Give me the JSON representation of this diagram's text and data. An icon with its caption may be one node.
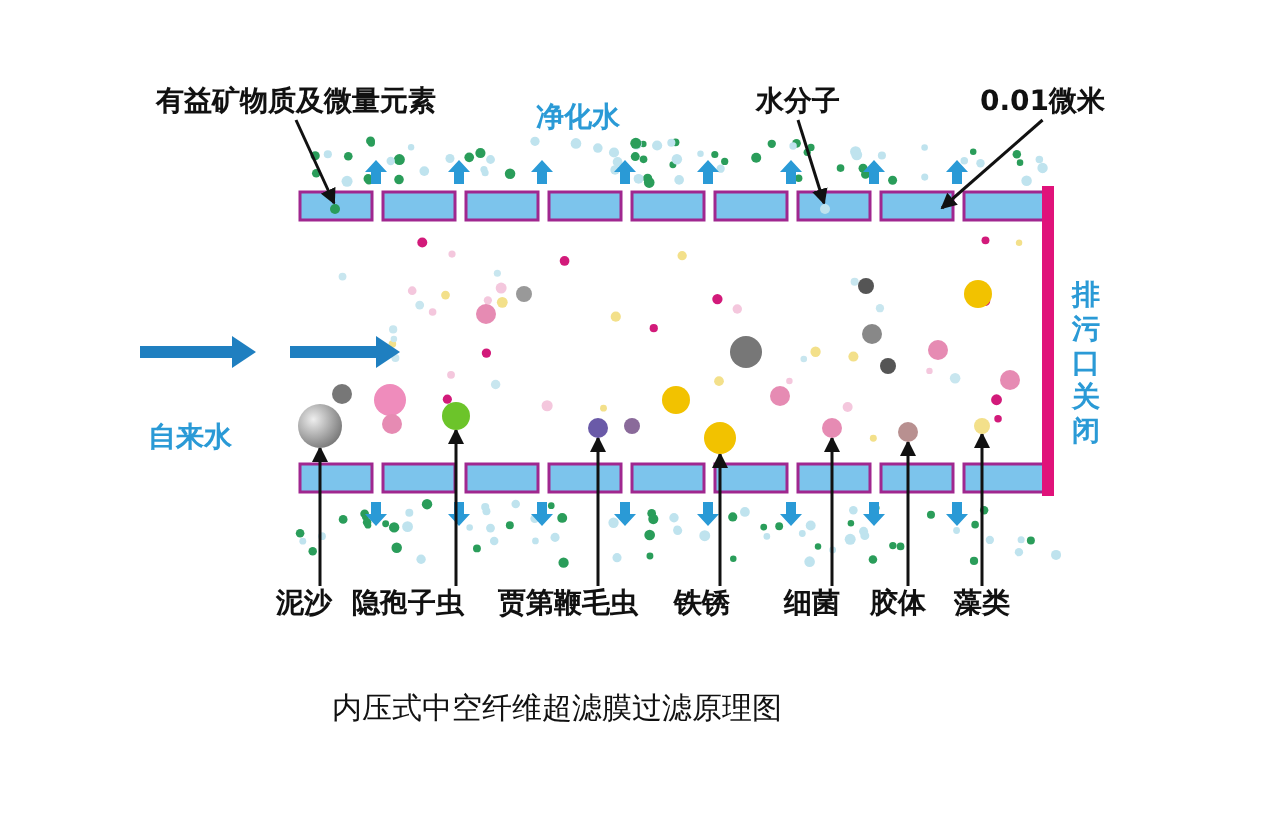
{
  "diagram": {
    "caption": "内压式中空纤维超滤膜过滤原理图",
    "nodes": [
      {
        "text": [
          "有益矿物质及微量元素"
        ]
      },
      {
        "text": [
          "水分子"
        ]
      },
      {
        "text": [
          "0.01微米"
        ]
      },
      {
        "text": [
          "泥沙"
        ]
      },
      {
        "text": [
          "隐孢子虫"
        ]
      },
      {
        "text": [
          "贾第鞭毛虫"
        ]
      },
      {
        "text": [
          "铁锈"
        ]
      },
      {
        "text": [
          "细菌"
        ]
      },
      {
        "text": [
          "胶体"
        ]
      },
      {
        "text": [
          "藻类"
        ]
      },
      {
        "text": [],
        "shape": "circle"
      },
      {
        "text": [],
        "shape": "circle"
      },
      {
        "text": [],
        "shape": "circle"
      },
      {
        "text": [],
        "shape": "circle"
      },
      {
        "text": [],
        "shape": "circle"
      },
      {
        "text": [],
        "shape": "circle"
      },
      {
        "text": [],
        "shape": "circle"
      },
      {
        "text": [],
        "shape": "circle"
      },
      {
        "text": [],
        "shape": "circle"
      }
    ],
    "edges": [
      {
        "from": 0,
        "to": 10,
        "arrow": "to"
      },
      {
        "from": 1,
        "to": 11,
        "arrow": "to"
      },
      {
        "from": 2,
        "to": null,
        "arrow": "to"
      },
      {
        "from": 3,
        "to": 12,
        "arrow": "to"
      },
      {
        "from": 4,
        "to": 13,
        "arrow": "to"
      },
      {
        "from": 5,
        "to": 14,
        "arrow": "to"
      },
      {
        "from": 6,
        "to": 15,
        "arrow": "to"
      },
      {
        "from": 7,
        "to": 16,
        "arrow": "to"
      },
      {
        "from": 8,
        "to": 17,
        "arrow": "to"
      },
      {
        "from": 9,
        "to": 18,
        "arrow": "to"
      }
    ],
    "labels": [
      "净化水",
      "自来水",
      "排污口关闭"
    ]
  }
}
